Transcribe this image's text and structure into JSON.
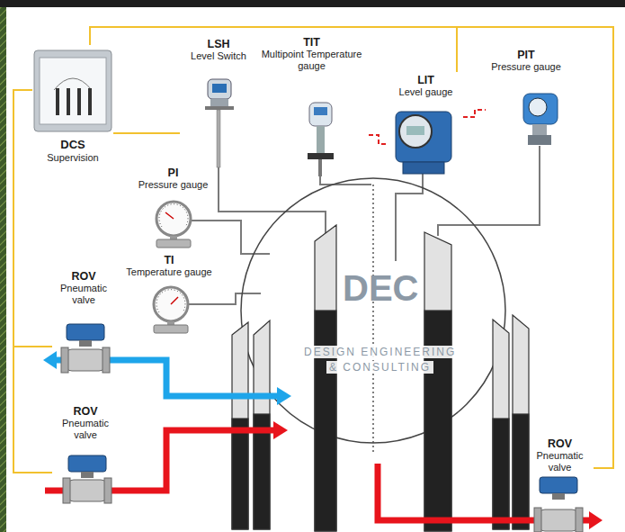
{
  "diagram": {
    "nodes": [
      {
        "text": [
          "DCS",
          "Supervision"
        ]
      },
      {
        "text": [
          "LSH",
          "Level Switch"
        ]
      },
      {
        "text": [
          "TIT",
          "Multipoint Temperature gauge"
        ]
      },
      {
        "text": [
          "LIT",
          "Level gauge"
        ]
      },
      {
        "text": [
          "PIT",
          "Pressure gauge"
        ]
      },
      {
        "text": [
          "PI",
          "Pressure gauge"
        ]
      },
      {
        "text": [
          "TI",
          "Temperature gauge"
        ]
      },
      {
        "text": [
          "ROV",
          "Pneumatic valve"
        ]
      },
      {
        "text": [
          "ROV",
          "Pneumatic valve"
        ]
      },
      {
        "text": [
          "ROV",
          "Pneumatic valve"
        ]
      }
    ],
    "edges": [
      {
        "from": 0,
        "to": 1,
        "arrow": "none"
      },
      {
        "from": 0,
        "to": 3,
        "arrow": "none"
      },
      {
        "from": 0,
        "to": 9,
        "arrow": "none"
      },
      {
        "from": 0,
        "to": 7,
        "arrow": "none"
      },
      {
        "from": 0,
        "to": 8,
        "arrow": "none"
      },
      {
        "from": 2,
        "to": 3,
        "arrow": "none"
      },
      {
        "from": 3,
        "to": 4,
        "arrow": "none"
      }
    ],
    "labels": [
      "DEC",
      "DESIGN ENGINEERING",
      "& CONSULTING"
    ]
  }
}
